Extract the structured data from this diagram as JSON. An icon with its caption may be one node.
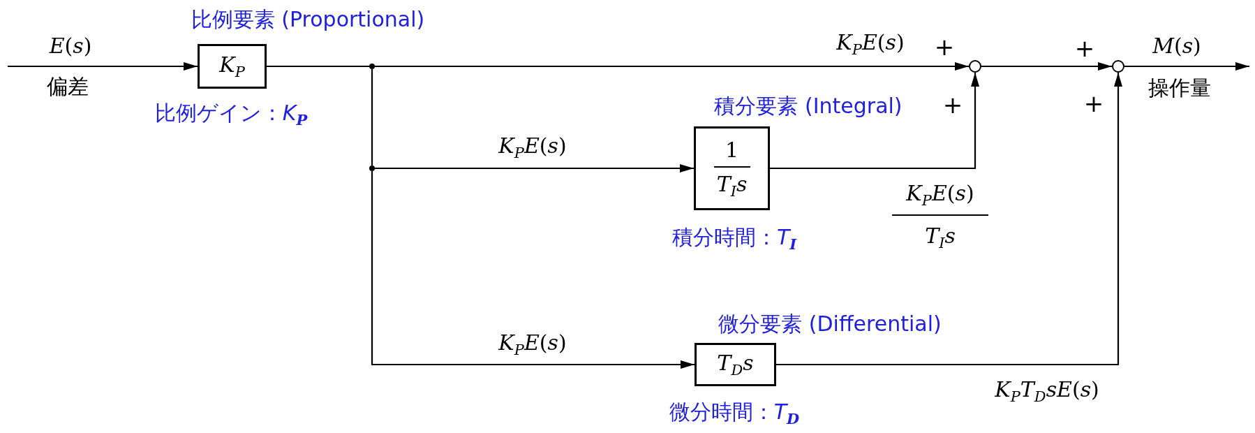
{
  "diagram": {
    "nodes": [
      {
        "text": [
          "比例要素 (Proportional)",
          "*K*$_{P}$"
        ],
        "beside": [
          "比例ゲイン：*K*$_{P}$"
        ]
      },
      {
        "text": [],
        "shape": "circle"
      },
      {
        "text": [],
        "shape": "circle"
      },
      {
        "text": [
          "積分要素 (Integral)",
          "1",
          "*T*$_{I}$*s*"
        ],
        "beside": [
          "積分時間：*T*$_{I}$"
        ]
      },
      {
        "text": [
          "微分要素 (Differential)",
          "*T*$_{D}$*s*"
        ],
        "beside": [
          "微分時間：*T*$_{D}$"
        ]
      },
      {
        "text": [],
        "shape": "circle"
      },
      {
        "text": [],
        "shape": "circle"
      }
    ],
    "edges": [
      {
        "from": null,
        "to": 0,
        "arrow": "to",
        "label": "*E*(*s*)"
      },
      {
        "from": 0,
        "to": 1,
        "arrow": "none"
      },
      {
        "from": 1,
        "to": 5,
        "arrow": "to",
        "label": "*K*$_{P}$*E*(*s*)"
      },
      {
        "from": 1,
        "to": 2,
        "arrow": "none"
      },
      {
        "from": 2,
        "to": 3,
        "arrow": "to",
        "label": "*K*$_{P}$*E*(*s*)"
      },
      {
        "from": 2,
        "to": 4,
        "arrow": "to",
        "label": "*K*$_{P}$*E*(*s*)"
      },
      {
        "from": 3,
        "to": 5,
        "arrow": "to"
      },
      {
        "from": 5,
        "to": 6,
        "arrow": "to"
      },
      {
        "from": 4,
        "to": 6,
        "arrow": "to",
        "label": "*K*$_{P}$*T*$_{D}$*sE*(*s*)"
      },
      {
        "from": 6,
        "to": null,
        "arrow": "to",
        "label": "*M*(*s*)"
      }
    ],
    "labels": [
      "+",
      "+",
      "偏差",
      "操作量",
      "+",
      "+",
      "*K*$_{P}$*E*(*s*)",
      "*T*$_{I}$*s*"
    ]
  }
}
